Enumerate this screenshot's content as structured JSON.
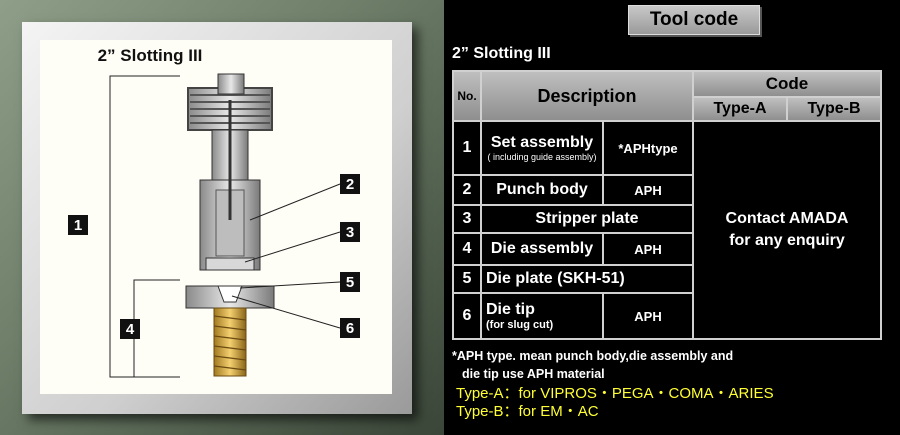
{
  "diagram": {
    "title": "2” Slotting III",
    "callouts": [
      "1",
      "2",
      "3",
      "4",
      "5",
      "6"
    ]
  },
  "header": {
    "tool_code": "Tool code",
    "subtitle": "2” Slotting III"
  },
  "table": {
    "col_no": "No.",
    "col_description": "Description",
    "col_code": "Code",
    "col_type_a": "Type-A",
    "col_type_b": "Type-B",
    "rows": [
      {
        "no": "1",
        "description": "Set assembly",
        "sub": "( including guide assembly)",
        "code": "*APHtype"
      },
      {
        "no": "2",
        "description": "Punch body",
        "code": "APH"
      },
      {
        "no": "3",
        "description": "Stripper plate"
      },
      {
        "no": "4",
        "description": "Die assembly",
        "code": "APH"
      },
      {
        "no": "5",
        "description": "Die plate (SKH-51)"
      },
      {
        "no": "6",
        "description": "Die tip",
        "sub": "(for slug cut)",
        "code": "APH"
      }
    ],
    "contact_line1": "Contact AMADA",
    "contact_line2": "for any enquiry"
  },
  "notes": {
    "aph_line1": "*APH type. mean punch body,die assembly and",
    "aph_line2": "die tip use APH material",
    "type_a": "Type-A：for VIPROS・PEGA・COMA・ARIES",
    "type_b": "Type-B：for EM・AC"
  },
  "colors": {
    "highlight_yellow": "#ffff33",
    "table_border": "#d0d0d0",
    "header_gray": "#a8a8a8"
  }
}
